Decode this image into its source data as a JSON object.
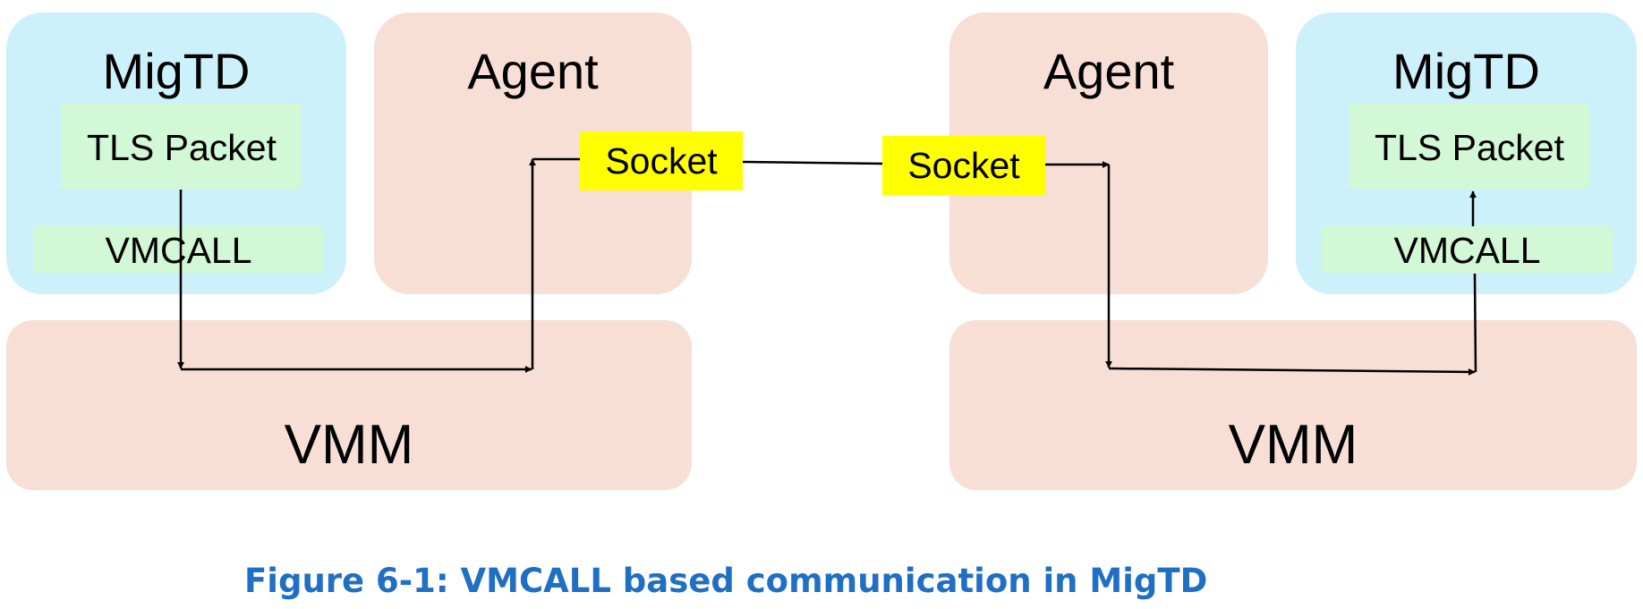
{
  "left": {
    "migtd": {
      "title": "MigTD",
      "packet": "TLS Packet",
      "vmcall": "VMCALL"
    },
    "agent": {
      "title": "Agent",
      "socket": "Socket"
    },
    "vmm": {
      "title": "VMM"
    }
  },
  "right": {
    "migtd": {
      "title": "MigTD",
      "packet": "TLS Packet",
      "vmcall": "VMCALL"
    },
    "agent": {
      "title": "Agent",
      "socket": "Socket"
    },
    "vmm": {
      "title": "VMM"
    }
  },
  "caption": "Figure 6-1:  VMCALL based communication in MigTD",
  "colors": {
    "migtd_bg": "#cdf1fb",
    "agent_vmm_bg": "#f7dfd6",
    "packet_bg": "#d3f8d6",
    "socket_bg": "#ffff00",
    "caption": "#1f6fc4"
  }
}
